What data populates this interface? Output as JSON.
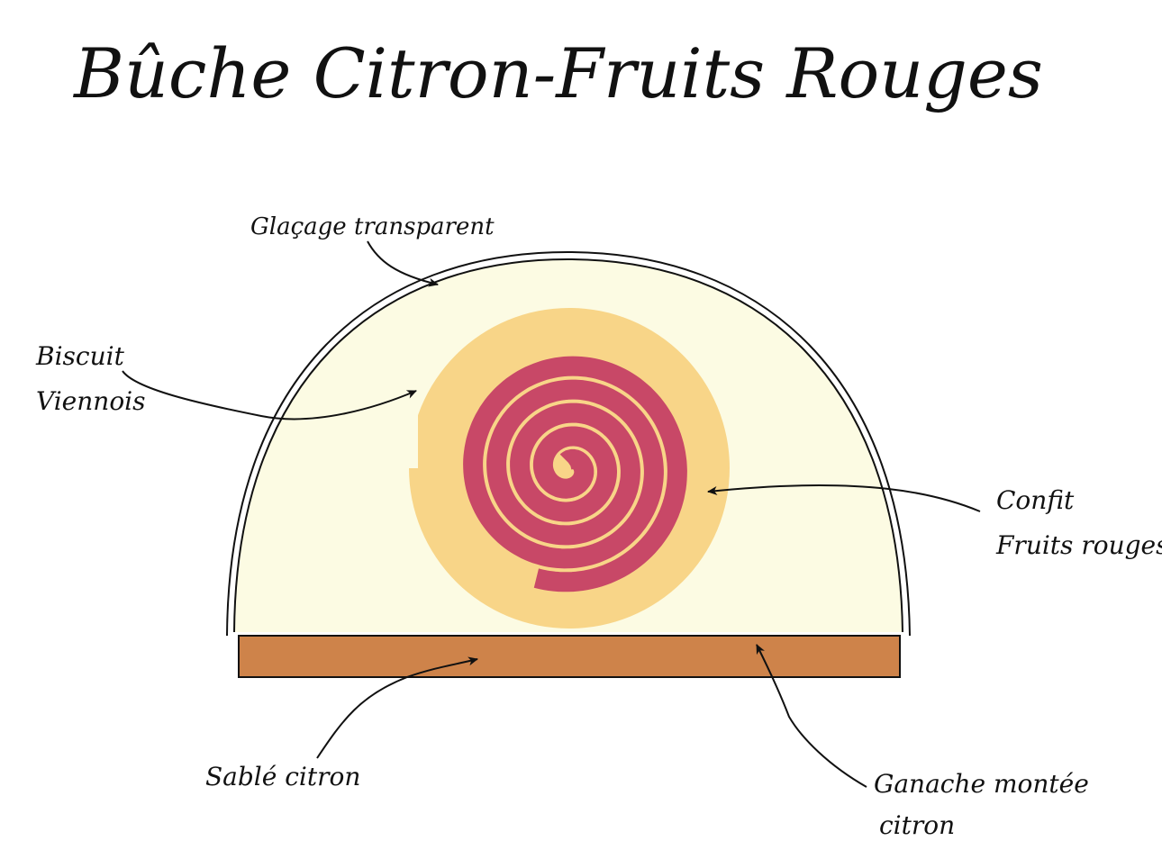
{
  "title": "Bûche Citron-Fruits Rouges",
  "labels": {
    "glacage": "Glaçage transparent",
    "biscuit_line1": "Biscuit",
    "biscuit_line2": "Viennois",
    "confit_line1": "Confit",
    "confit_line2": "Fruits rouges",
    "sable": "Sablé citron",
    "ganache_line1": "Ganache montée",
    "ganache_line2": "citron"
  },
  "colors": {
    "ganache_fill": "#FCFBE3",
    "biscuit": "#F8D588",
    "confit": "#C84867",
    "sable": "#CE834A",
    "outline": "#111111"
  }
}
